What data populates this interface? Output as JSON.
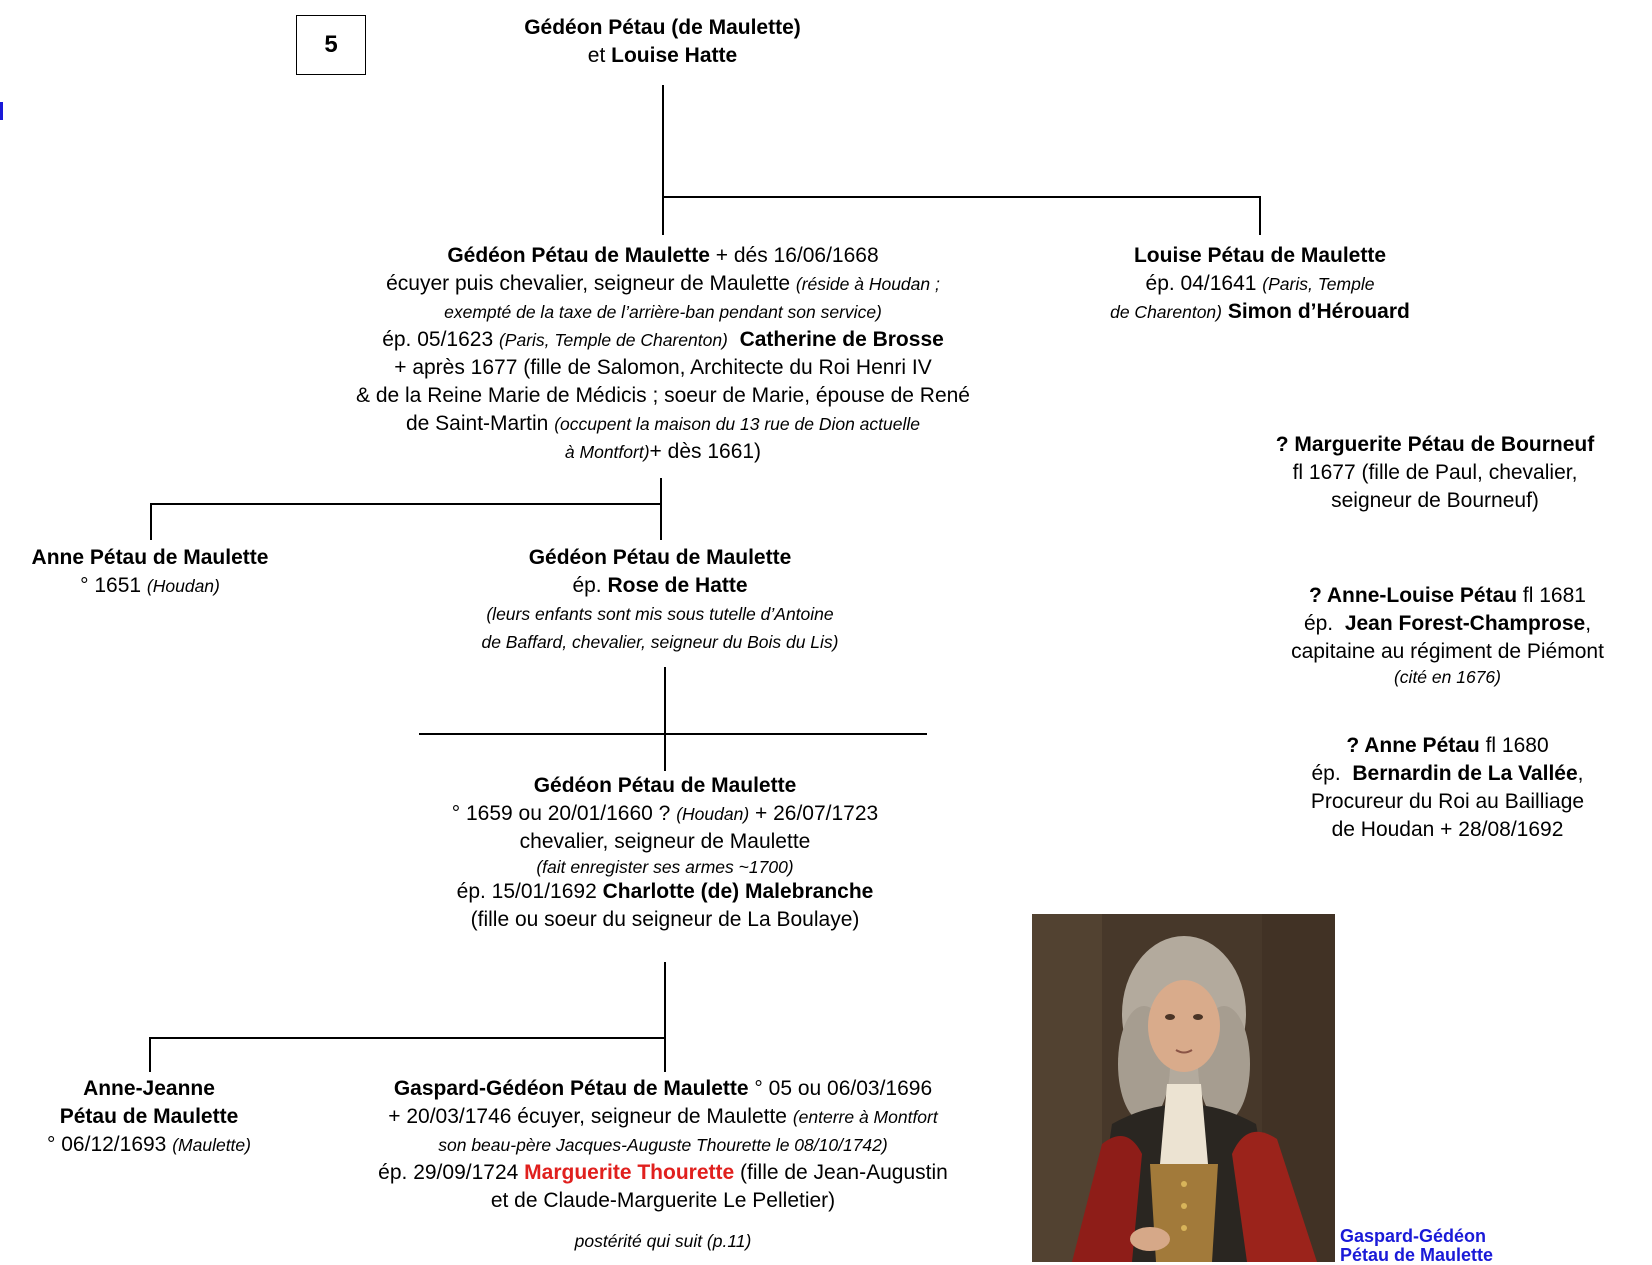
{
  "page_number": "5",
  "root": {
    "name": "Gédéon Pétau (de Maulette)",
    "conj": "et",
    "spouse": "Louise Hatte"
  },
  "gedeon1": {
    "name": "Gédéon Pétau de Maulette",
    "death": "+ dés 16/06/1668",
    "title": "écuyer puis chevalier, seigneur de Maulette",
    "note1": "(réside à Houdan ;",
    "note2": "exempté de la taxe de l’arrière-ban pendant son service)",
    "marriage_prefix": "ép. 05/1623",
    "marriage_place": "(Paris, Temple de Charenton)",
    "spouse": "Catherine de Brosse",
    "line5": "+ après 1677 (fille de Salomon, Architecte du Roi Henri IV",
    "line6": "& de la Reine Marie de Médicis ; soeur de Marie, épouse de René",
    "line7a": "de Saint-Martin",
    "line7b": "(occupent la maison du 13 rue de Dion actuelle",
    "line8a": "à Montfort)",
    "line8b": "+ dès 1661)"
  },
  "louise": {
    "name": "Louise Pétau de Maulette",
    "marriage": "ép. 04/1641",
    "place1": "(Paris, Temple",
    "place2": "de Charenton)",
    "spouse": "Simon d’Hérouard"
  },
  "marguerite_b": {
    "name": "? Marguerite Pétau de Bourneuf",
    "line2": "fl 1677 (fille de Paul, chevalier,",
    "line3": "seigneur de Bourneuf)"
  },
  "anne_1651": {
    "name": "Anne Pétau de Maulette",
    "birth": "° 1651",
    "place": "(Houdan)"
  },
  "gedeon2": {
    "name": "Gédéon Pétau de Maulette",
    "marriage": "ép.",
    "spouse": "Rose de Hatte",
    "note1": "(leurs enfants sont mis sous tutelle d’Antoine",
    "note2": "de Baffard, chevalier, seigneur du Bois du Lis)"
  },
  "anne_louise": {
    "name": "? Anne-Louise Pétau",
    "fl": "fl 1681",
    "marriage": "ép.",
    "spouse": "Jean Forest-Champrose",
    "line3": "capitaine au régiment de Piémont",
    "note": "(cité en 1676)"
  },
  "anne_1680": {
    "name": "? Anne Pétau",
    "fl": "fl 1680",
    "marriage": "ép.",
    "spouse": "Bernardin de La Vallée",
    "line3": "Procureur du Roi au Bailliage",
    "line4": "de Houdan + 28/08/1692"
  },
  "gedeon3": {
    "name": "Gédéon Pétau de Maulette",
    "birth": "° 1659 ou 20/01/1660 ?",
    "birth_place": "(Houdan)",
    "death": "+ 26/07/1723",
    "title": "chevalier, seigneur de Maulette",
    "note": "(fait enregister ses armes ~1700)",
    "marriage": "ép. 15/01/1692",
    "spouse": "Charlotte (de) Malebranche",
    "line6": "(fille ou soeur du seigneur de La Boulaye)"
  },
  "anne_jeanne": {
    "name1": "Anne-Jeanne",
    "name2": "Pétau de Maulette",
    "birth": "° 06/12/1693",
    "place": "(Maulette)"
  },
  "gaspard": {
    "name": "Gaspard-Gédéon Pétau de Maulette",
    "birth": "° 05 ou 06/03/1696",
    "line2a": "+ 20/03/1746 écuyer, seigneur de Maulette",
    "line2b": "(enterre à Montfort",
    "line3": "son beau-père Jacques-Auguste Thourette le 08/10/1742)",
    "marriage": "ép. 29/09/1724",
    "spouse": "Marguerite Thourette",
    "line4b": "(fille de Jean-Augustin",
    "line5": "et de Claude-Marguerite Le Pelletier)",
    "posterity": "postérité qui suit (p.11)"
  },
  "portrait_caption": "Gaspard-Gédéon Pétau de Maulette",
  "colors": {
    "text": "#000000",
    "highlight": "#e0201e",
    "caption": "#1a1ad8"
  }
}
